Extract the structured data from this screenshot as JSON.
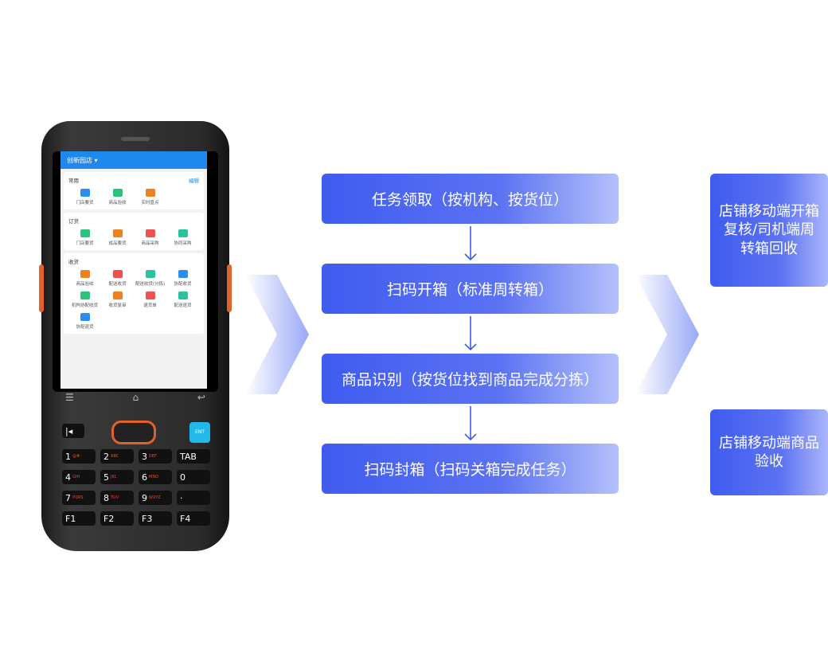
{
  "device": {
    "store": "创新园店",
    "sections": [
      {
        "title": "常用",
        "action": "编辑",
        "items": [
          "门店要货",
          "商品验收",
          "实时盘点"
        ]
      },
      {
        "title": "订货",
        "items": [
          "门店要货",
          "成品要货",
          "商品采购",
          "协同采购"
        ]
      },
      {
        "title": "收货",
        "items": [
          "商品验收",
          "配送收货",
          "配送收货(分拣)",
          "协配收货",
          "机构协配收货",
          "收货复审",
          "退货单",
          "配送退货",
          "协配退货"
        ]
      }
    ],
    "keys": [
      "1",
      "2",
      "3",
      "TAB",
      "4",
      "5",
      "6",
      "0",
      "7",
      "8",
      "9",
      "·",
      "F1",
      "F2",
      "F3",
      "F4"
    ],
    "key_sub": [
      "@#-",
      "ABC",
      "DEF",
      "",
      "GHI",
      "JKL",
      "MNO",
      "",
      "PQRS",
      "TUV",
      "WXYZ",
      "",
      "",
      "",
      "",
      ""
    ],
    "ent": "ENT"
  },
  "flow": {
    "steps": [
      "任务领取（按机构、按货位）",
      "扫码开箱（标准周转箱）",
      "商品识别（按货位找到商品完成分拣）",
      "扫码封箱（扫码关箱完成任务）"
    ]
  },
  "outputs": [
    "店铺移动端开箱复核/司机端周转箱回收",
    "店铺移动端商品验收"
  ],
  "colors": {
    "primary": "#3f5cf0",
    "app_bar": "#1e88f0",
    "accent": "#e0622a"
  }
}
